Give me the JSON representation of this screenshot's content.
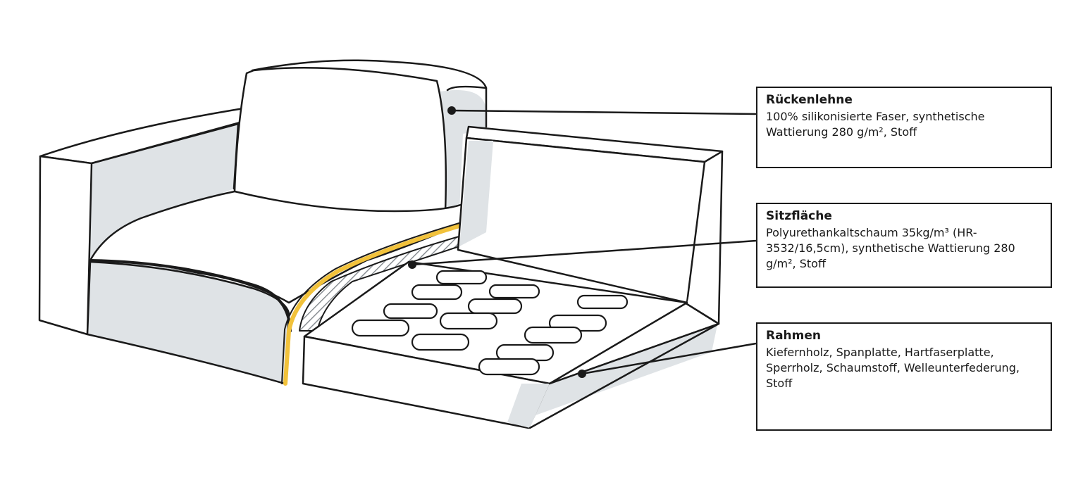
{
  "diagram": {
    "colors": {
      "outline": "#1a1a1a",
      "shade": "#dfe3e6",
      "padding_layer": "#f2c23b",
      "background": "#ffffff"
    },
    "callouts": [
      {
        "id": "backrest",
        "title": "Rückenlehne",
        "description": "100% silikonisierte Faser, synthetische Wattierung 280 g/m², Stoff"
      },
      {
        "id": "seat",
        "title": "Sitzfläche",
        "description": "Polyurethankaltschaum 35kg/m³ (HR-3532/16,5cm), synthetische Wattierung 280 g/m², Stoff"
      },
      {
        "id": "frame",
        "title": "Rahmen",
        "description": "Kiefernholz, Spanplatte, Hartfaserplatte, Sperrholz, Schaumstoff, Welleunterfederung, Stoff"
      }
    ]
  }
}
